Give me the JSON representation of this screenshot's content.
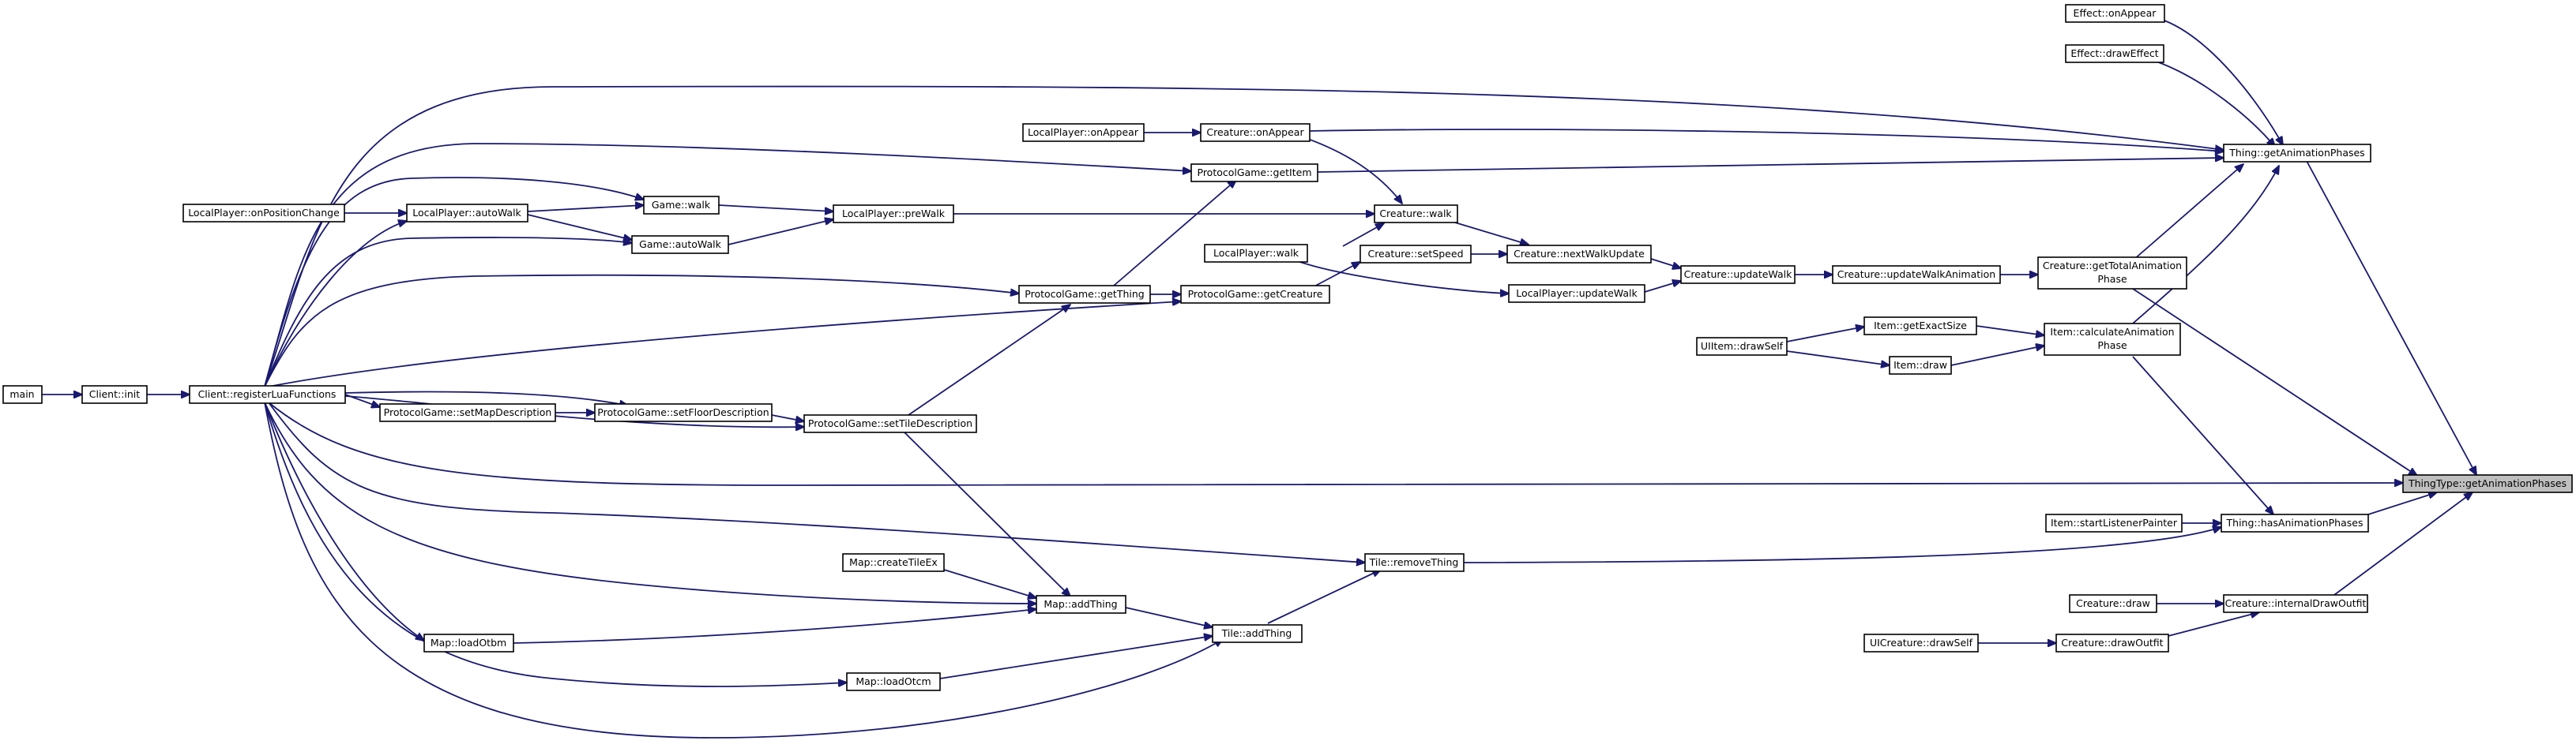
{
  "colors": {
    "edge": "#191970",
    "node_border": "#000000",
    "node_fill": "#ffffff",
    "focus_fill": "#bfbfbf"
  },
  "nodes": {
    "main": "main",
    "client_init": "Client::init",
    "client_reglua": "Client::registerLuaFunctions",
    "lp_onposchange": "LocalPlayer::onPositionChange",
    "lp_autowalk": "LocalPlayer::autoWalk",
    "game_walk": "Game::walk",
    "game_autowalk": "Game::autoWalk",
    "lp_prewalk": "LocalPlayer::preWalk",
    "lp_onappear": "LocalPlayer::onAppear",
    "creature_onappear": "Creature::onAppear",
    "pg_getitem": "ProtocolGame::getItem",
    "pg_getthing": "ProtocolGame::getThing",
    "pg_getcreature": "ProtocolGame::getCreature",
    "pg_setmapdesc": "ProtocolGame::setMapDescription",
    "pg_setfloordesc": "ProtocolGame::setFloorDescription",
    "pg_settiledesc": "ProtocolGame::setTileDescription",
    "creature_walk": "Creature::walk",
    "lp_walk": "LocalPlayer::walk",
    "creature_setspeed": "Creature::setSpeed",
    "creature_nextwalk": "Creature::nextWalkUpdate",
    "lp_updatewalk": "LocalPlayer::updateWalk",
    "creature_updatewalk": "Creature::updateWalk",
    "creature_updatewalkanim": "Creature::updateWalkAnimation",
    "creature_gettotalanim_l1": "Creature::getTotalAnimation",
    "creature_gettotalanim_l2": "Phase",
    "uiitem_drawself": "UIItem::drawSelf",
    "item_getexactsize": "Item::getExactSize",
    "item_draw": "Item::draw",
    "item_calcanim_l1": "Item::calculateAnimation",
    "item_calcanim_l2": "Phase",
    "effect_onappear": "Effect::onAppear",
    "effect_draweffect": "Effect::drawEffect",
    "thing_getanimphases": "Thing::getAnimationPhases",
    "thingtype_getanimphases": "ThingType::getAnimationPhases",
    "item_startlistener": "Item::startListenerPainter",
    "thing_hasanimphases": "Thing::hasAnimationPhases",
    "tile_removething": "Tile::removeThing",
    "map_createtileex": "Map::createTileEx",
    "map_addthing": "Map::addThing",
    "tile_addthing": "Tile::addThing",
    "map_loadotbm": "Map::loadOtbm",
    "map_loadotcm": "Map::loadOtcm",
    "creature_draw": "Creature::draw",
    "creature_internaldrawoutfit": "Creature::internalDrawOutfit",
    "uicreature_drawself": "UICreature::drawSelf",
    "creature_drawoutfit": "Creature::drawOutfit"
  }
}
